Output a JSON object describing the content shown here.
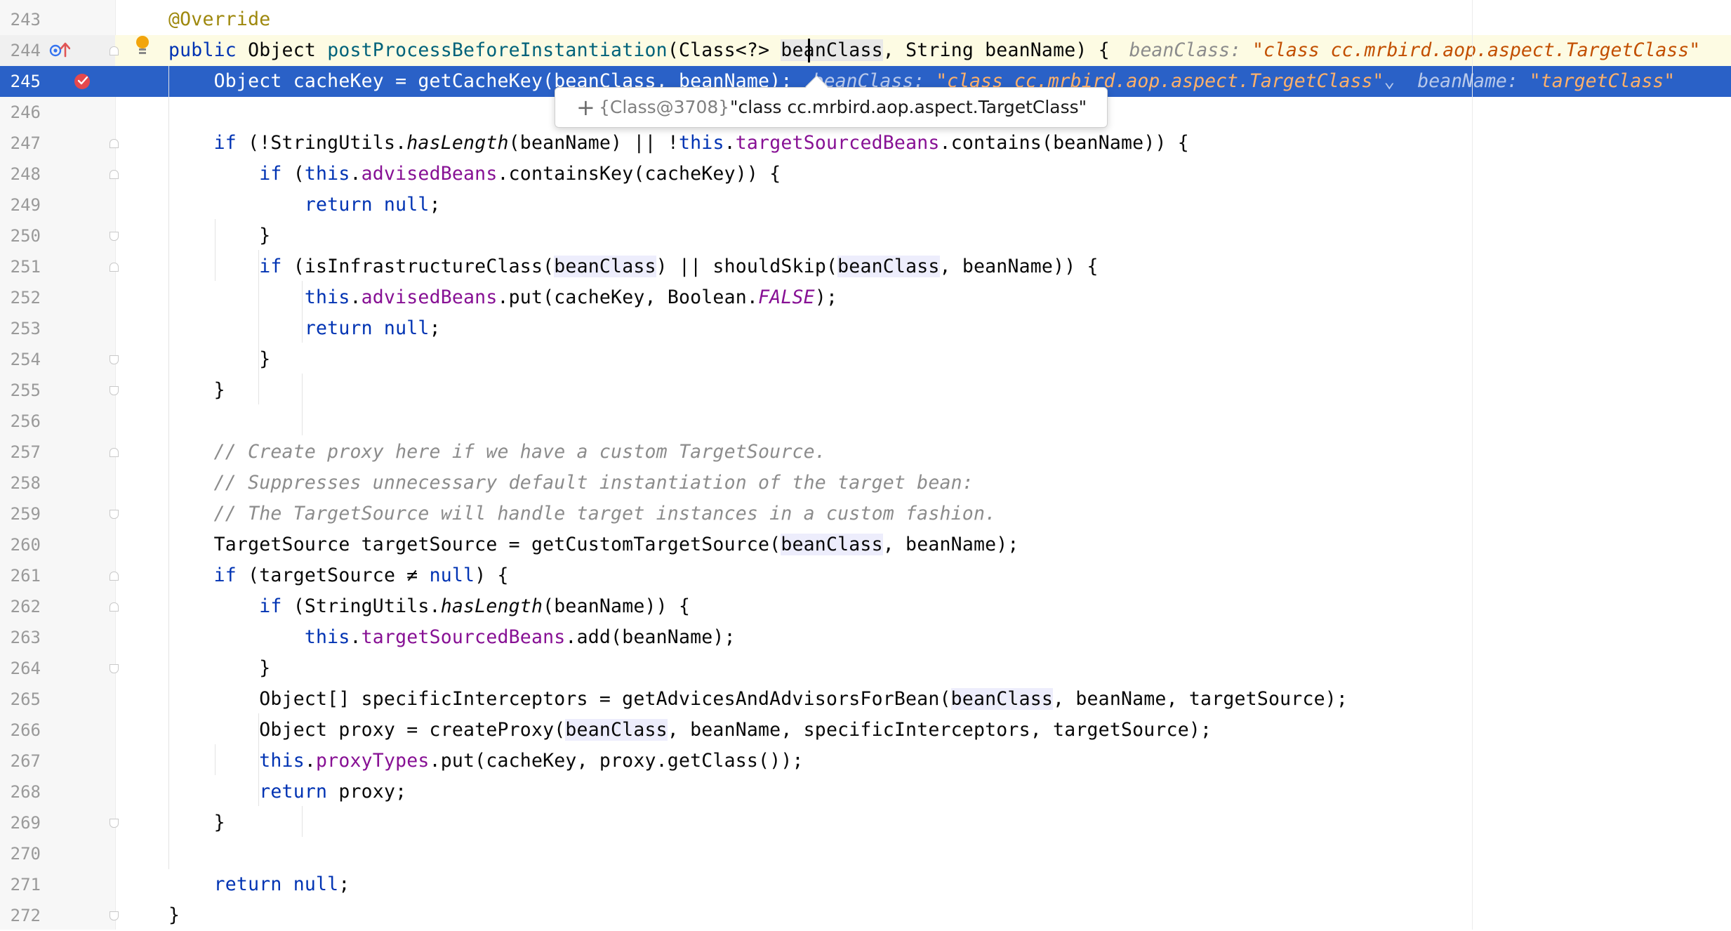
{
  "editor": {
    "lines": [
      {
        "num": "243",
        "tokens": [
          [
            "ann",
            "@Override"
          ]
        ]
      },
      {
        "num": "244",
        "tokens": [
          [
            "kw",
            "public "
          ],
          [
            "",
            "Object "
          ],
          [
            "fn",
            "postProcessBeforeInstantiation"
          ],
          [
            "",
            "(Class<?> "
          ],
          [
            "hl-caret",
            "beanClass"
          ],
          [
            "",
            ", String beanName) {"
          ]
        ],
        "hint": [
          [
            "hint-name",
            "beanClass: "
          ],
          [
            "hint-val",
            "\"class cc.mrbird.aop.aspect.TargetClass\""
          ]
        ]
      },
      {
        "num": "245",
        "tokens": [
          [
            "",
            "    Object cacheKey = getCacheKey(beanClass, beanName);"
          ]
        ],
        "hint": [
          [
            "exec-hint-name",
            "beanClass: "
          ],
          [
            "exec-hint-val",
            "\"class cc.mrbird.aop.aspect.TargetClass\""
          ],
          [
            "exec-hint-name",
            "⌄  beanName: "
          ],
          [
            "exec-hint-val",
            "\"targetClass\""
          ]
        ]
      },
      {
        "num": "246",
        "tokens": []
      },
      {
        "num": "247",
        "tokens": [
          [
            "kw",
            "    if "
          ],
          [
            "",
            "(!StringUtils."
          ],
          [
            "it",
            "hasLength"
          ],
          [
            "",
            "(beanName) || !"
          ],
          [
            "kw",
            "this"
          ],
          [
            "",
            "."
          ],
          [
            "fld",
            "targetSourcedBeans"
          ],
          [
            "",
            ".contains(beanName)) {"
          ]
        ]
      },
      {
        "num": "248",
        "tokens": [
          [
            "kw",
            "        if "
          ],
          [
            "",
            "("
          ],
          [
            "kw",
            "this"
          ],
          [
            "",
            "."
          ],
          [
            "fld",
            "advisedBeans"
          ],
          [
            "",
            ".containsKey(cacheKey)) {"
          ]
        ]
      },
      {
        "num": "249",
        "tokens": [
          [
            "kw",
            "            return null"
          ],
          [
            "",
            ";"
          ]
        ]
      },
      {
        "num": "250",
        "tokens": [
          [
            "",
            "        }"
          ]
        ]
      },
      {
        "num": "251",
        "tokens": [
          [
            "kw",
            "        if "
          ],
          [
            "",
            "(isInfrastructureClass("
          ],
          [
            "hl",
            "beanClass"
          ],
          [
            "",
            ") || shouldSkip("
          ],
          [
            "hl",
            "beanClass"
          ],
          [
            "",
            ", beanName)) {"
          ]
        ]
      },
      {
        "num": "252",
        "tokens": [
          [
            "kw",
            "            this"
          ],
          [
            "",
            "."
          ],
          [
            "fld",
            "advisedBeans"
          ],
          [
            "",
            ".put(cacheKey, Boolean."
          ],
          [
            "const",
            "FALSE"
          ],
          [
            "",
            ");"
          ]
        ]
      },
      {
        "num": "253",
        "tokens": [
          [
            "kw",
            "            return null"
          ],
          [
            "",
            ";"
          ]
        ]
      },
      {
        "num": "254",
        "tokens": [
          [
            "",
            "        }"
          ]
        ]
      },
      {
        "num": "255",
        "tokens": [
          [
            "",
            "    }"
          ]
        ]
      },
      {
        "num": "256",
        "tokens": []
      },
      {
        "num": "257",
        "tokens": [
          [
            "cm",
            "    // Create proxy here if we have a custom TargetSource."
          ]
        ]
      },
      {
        "num": "258",
        "tokens": [
          [
            "cm",
            "    // Suppresses unnecessary default instantiation of the target bean:"
          ]
        ]
      },
      {
        "num": "259",
        "tokens": [
          [
            "cm",
            "    // The TargetSource will handle target instances in a custom fashion."
          ]
        ]
      },
      {
        "num": "260",
        "tokens": [
          [
            "",
            "    TargetSource targetSource = getCustomTargetSource("
          ],
          [
            "hl",
            "beanClass"
          ],
          [
            "",
            ", beanName);"
          ]
        ]
      },
      {
        "num": "261",
        "tokens": [
          [
            "kw",
            "    if "
          ],
          [
            "",
            "(targetSource ≠ "
          ],
          [
            "kw",
            "null"
          ],
          [
            "",
            ") {"
          ]
        ]
      },
      {
        "num": "262",
        "tokens": [
          [
            "kw",
            "        if "
          ],
          [
            "",
            "(StringUtils."
          ],
          [
            "it",
            "hasLength"
          ],
          [
            "",
            "(beanName)) {"
          ]
        ]
      },
      {
        "num": "263",
        "tokens": [
          [
            "kw",
            "            this"
          ],
          [
            "",
            "."
          ],
          [
            "fld",
            "targetSourcedBeans"
          ],
          [
            "",
            ".add(beanName);"
          ]
        ]
      },
      {
        "num": "264",
        "tokens": [
          [
            "",
            "        }"
          ]
        ]
      },
      {
        "num": "265",
        "tokens": [
          [
            "",
            "        Object[] specificInterceptors = getAdvicesAndAdvisorsForBean("
          ],
          [
            "hl",
            "beanClass"
          ],
          [
            "",
            ", beanName, targetSource);"
          ]
        ]
      },
      {
        "num": "266",
        "tokens": [
          [
            "",
            "        Object proxy = createProxy("
          ],
          [
            "hl",
            "beanClass"
          ],
          [
            "",
            ", beanName, specificInterceptors, targetSource);"
          ]
        ]
      },
      {
        "num": "267",
        "tokens": [
          [
            "kw",
            "        this"
          ],
          [
            "",
            "."
          ],
          [
            "fld",
            "proxyTypes"
          ],
          [
            "",
            ".put(cacheKey, proxy.getClass());"
          ]
        ]
      },
      {
        "num": "268",
        "tokens": [
          [
            "kw",
            "        return "
          ],
          [
            "",
            "proxy;"
          ]
        ]
      },
      {
        "num": "269",
        "tokens": [
          [
            "",
            "    }"
          ]
        ]
      },
      {
        "num": "270",
        "tokens": []
      },
      {
        "num": "271",
        "tokens": [
          [
            "kw",
            "    return null"
          ],
          [
            "",
            ";"
          ]
        ]
      },
      {
        "num": "272",
        "tokens": [
          [
            "",
            "}"
          ]
        ]
      }
    ],
    "fold_markers": {
      "244": "start",
      "247": "start",
      "248": "start",
      "250": "end",
      "251": "start",
      "254": "end",
      "255": "end",
      "257": "start",
      "259": "end",
      "261": "start",
      "262": "start",
      "264": "end",
      "269": "end",
      "272": "end"
    },
    "exec_line": "245",
    "current_line": "244"
  },
  "tooltip": {
    "expand_icon": "+",
    "object_id": "{Class@3708}",
    "value": "\"class cc.mrbird.aop.aspect.TargetClass\""
  },
  "icons": {
    "override": "override-method-icon",
    "intention": "lightbulb-icon",
    "breakpoint": "breakpoint-icon"
  },
  "colors": {
    "exec_line_bg": "#2a61c7",
    "keyword": "#0033b3",
    "field": "#871094",
    "string_hint": "#c24f00",
    "comment": "#8c8c8c",
    "annotation": "#9e880d"
  }
}
